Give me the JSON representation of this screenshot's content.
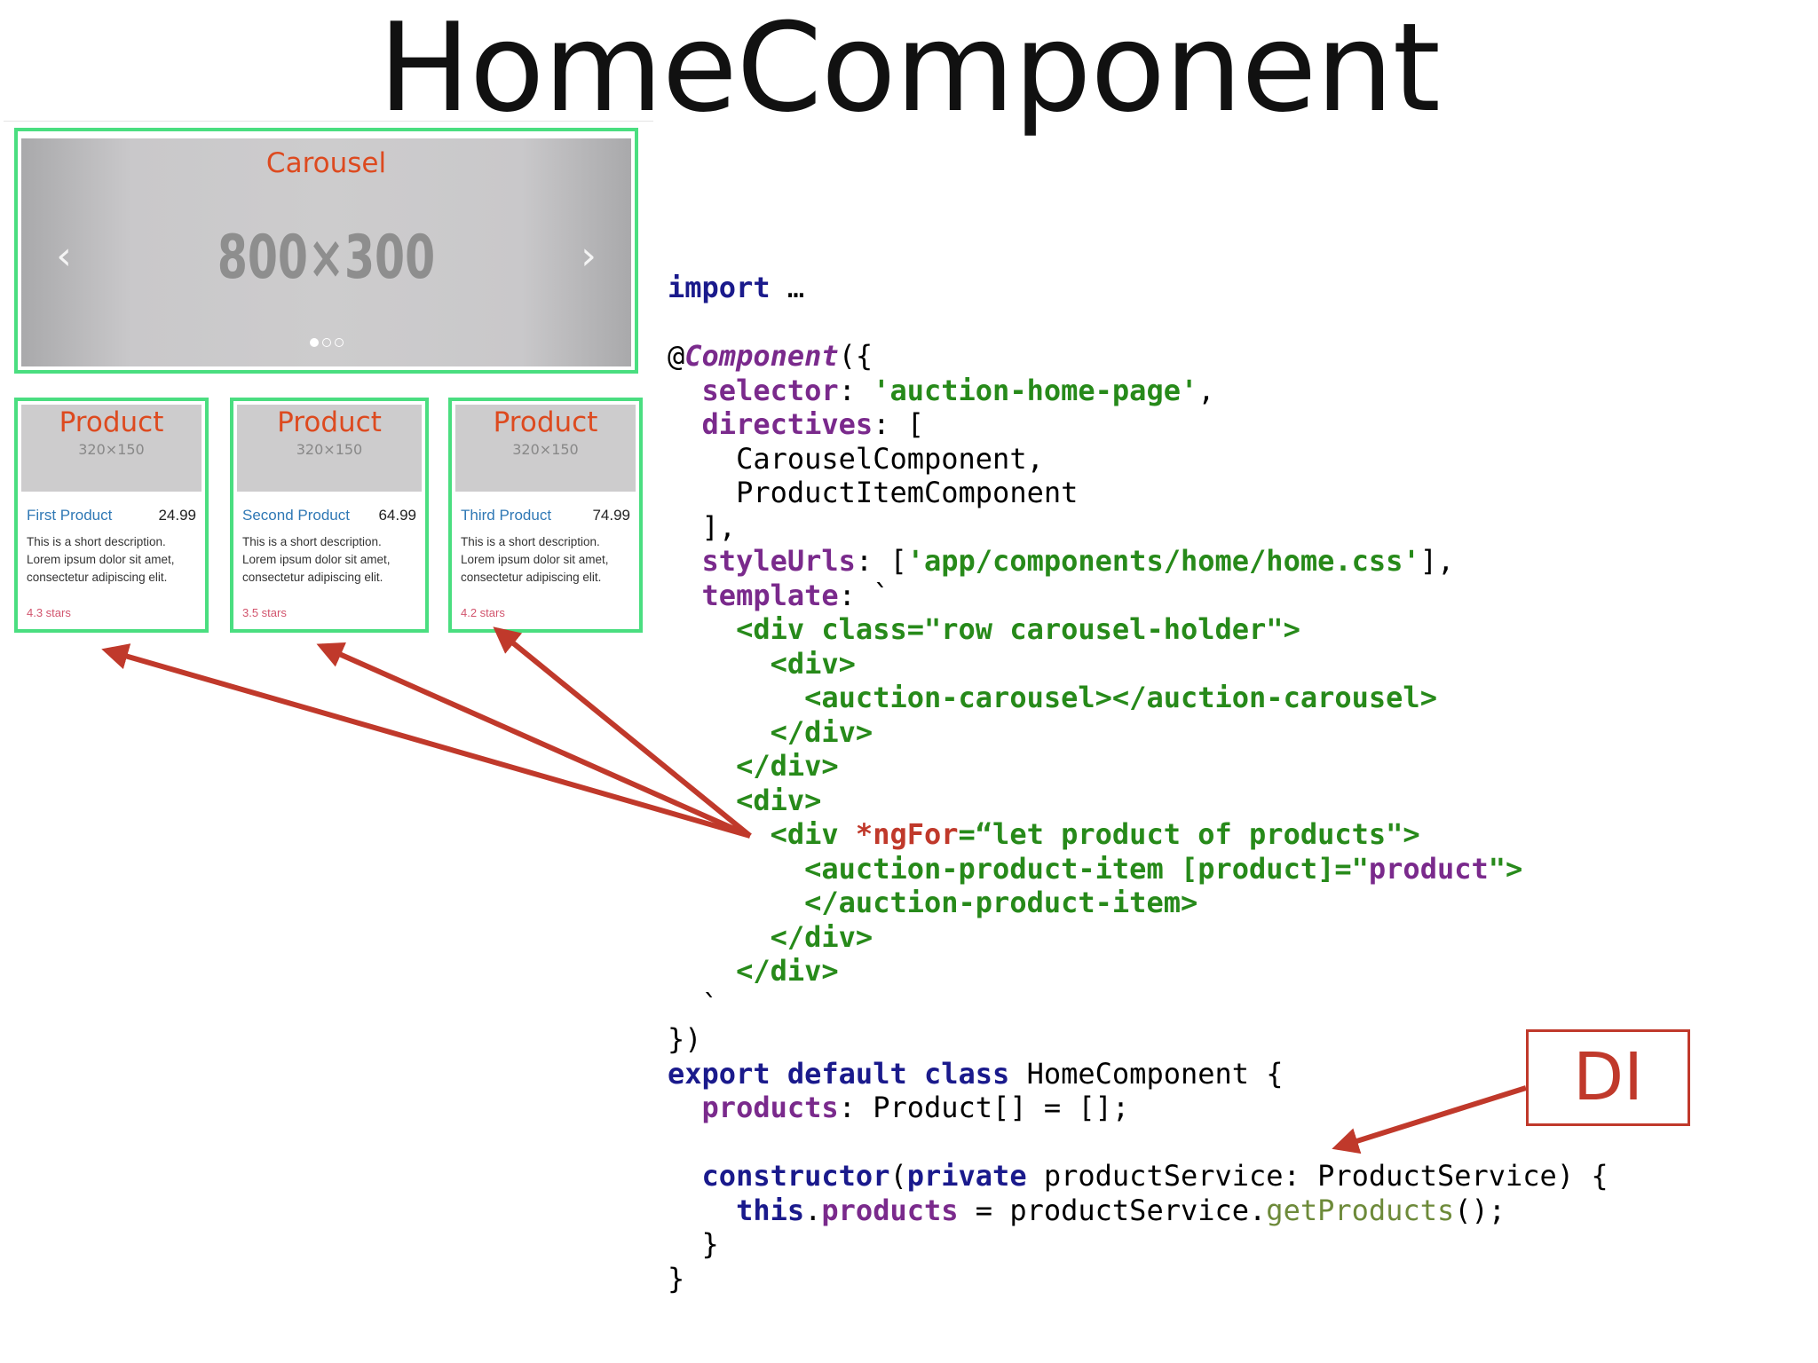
{
  "title": "HomeComponent",
  "carousel": {
    "label": "Carousel",
    "dims": "800×300",
    "prev_icon": "chevron-left-icon",
    "next_icon": "chevron-right-icon",
    "prev_glyph": "‹",
    "next_glyph": "›",
    "dots": 3,
    "active_dot": 0
  },
  "products": [
    {
      "label": "Product",
      "dims": "320×150",
      "name": "First Product",
      "price": "24.99",
      "description": "This is a short description. Lorem ipsum dolor sit amet, consectetur adipiscing elit.",
      "stars": "4.3 stars"
    },
    {
      "label": "Product",
      "dims": "320×150",
      "name": "Second Product",
      "price": "64.99",
      "description": "This is a short description. Lorem ipsum dolor sit amet, consectetur adipiscing elit.",
      "stars": "3.5 stars"
    },
    {
      "label": "Product",
      "dims": "320×150",
      "name": "Third Product",
      "price": "74.99",
      "description": "This is a short description. Lorem ipsum dolor sit amet, consectetur adipiscing elit.",
      "stars": "4.2 stars"
    }
  ],
  "code_lines": [
    [
      [
        "kw",
        "import"
      ],
      [
        "plain",
        " …"
      ]
    ],
    [],
    [
      [
        "plain",
        "@"
      ],
      [
        "deco",
        "Component"
      ],
      [
        "plain",
        "({"
      ]
    ],
    [
      [
        "plain",
        "  "
      ],
      [
        "prop",
        "selector"
      ],
      [
        "plain",
        ": "
      ],
      [
        "str",
        "'auction-home-page'"
      ],
      [
        "plain",
        ","
      ]
    ],
    [
      [
        "plain",
        "  "
      ],
      [
        "prop",
        "directives"
      ],
      [
        "plain",
        ": ["
      ]
    ],
    [
      [
        "plain",
        "    CarouselComponent,"
      ]
    ],
    [
      [
        "plain",
        "    ProductItemComponent"
      ]
    ],
    [
      [
        "plain",
        "  ],"
      ]
    ],
    [
      [
        "plain",
        "  "
      ],
      [
        "prop",
        "styleUrls"
      ],
      [
        "plain",
        ": ["
      ],
      [
        "str",
        "'app/components/home/home.css'"
      ],
      [
        "plain",
        "],"
      ]
    ],
    [
      [
        "plain",
        "  "
      ],
      [
        "prop",
        "template"
      ],
      [
        "plain",
        ": `"
      ]
    ],
    [
      [
        "plain",
        "    "
      ],
      [
        "tag",
        "<div class=\"row carousel-holder\">"
      ]
    ],
    [
      [
        "plain",
        "      "
      ],
      [
        "tag",
        "<div>"
      ]
    ],
    [
      [
        "plain",
        "        "
      ],
      [
        "tag",
        "<auction-carousel></auction-carousel>"
      ]
    ],
    [
      [
        "plain",
        "      "
      ],
      [
        "tag",
        "</div>"
      ]
    ],
    [
      [
        "plain",
        "    "
      ],
      [
        "tag",
        "</div>"
      ]
    ],
    [
      [
        "plain",
        "    "
      ],
      [
        "tag",
        "<div>"
      ]
    ],
    [
      [
        "plain",
        "      "
      ],
      [
        "tag",
        "<div "
      ],
      [
        "ng",
        "*ngFor"
      ],
      [
        "tag",
        "=“let product of products\">"
      ]
    ],
    [
      [
        "plain",
        "        "
      ],
      [
        "tag",
        "<auction-product-item [product]=\""
      ],
      [
        "prop",
        "product"
      ],
      [
        "tag",
        "\">"
      ]
    ],
    [
      [
        "plain",
        "        "
      ],
      [
        "tag",
        "</auction-product-item>"
      ]
    ],
    [
      [
        "plain",
        "      "
      ],
      [
        "tag",
        "</div>"
      ]
    ],
    [
      [
        "plain",
        "    "
      ],
      [
        "tag",
        "</div>"
      ]
    ],
    [
      [
        "plain",
        "  `"
      ]
    ],
    [
      [
        "plain",
        "})"
      ]
    ],
    [
      [
        "kw",
        "export default class"
      ],
      [
        "plain",
        " HomeComponent {"
      ]
    ],
    [
      [
        "plain",
        "  "
      ],
      [
        "prop",
        "products"
      ],
      [
        "plain",
        ": Product[] = [];"
      ]
    ],
    [],
    [
      [
        "plain",
        "  "
      ],
      [
        "kw",
        "constructor"
      ],
      [
        "plain",
        "("
      ],
      [
        "kw",
        "private"
      ],
      [
        "plain",
        " productService: ProductService) {"
      ]
    ],
    [
      [
        "plain",
        "    "
      ],
      [
        "kw",
        "this"
      ],
      [
        "plain",
        "."
      ],
      [
        "prop",
        "products"
      ],
      [
        "plain",
        " = productService."
      ],
      [
        "meth",
        "getProducts"
      ],
      [
        "plain",
        "();"
      ]
    ],
    [
      [
        "plain",
        "  }"
      ]
    ],
    [
      [
        "plain",
        "}"
      ]
    ]
  ],
  "di_label": "DI",
  "colors": {
    "highlight_border": "#4ade80",
    "accent_red": "#c0392b",
    "label_orange": "#dd4a1f",
    "product_link": "#2f78b5",
    "stars_pink": "#d2546d"
  }
}
